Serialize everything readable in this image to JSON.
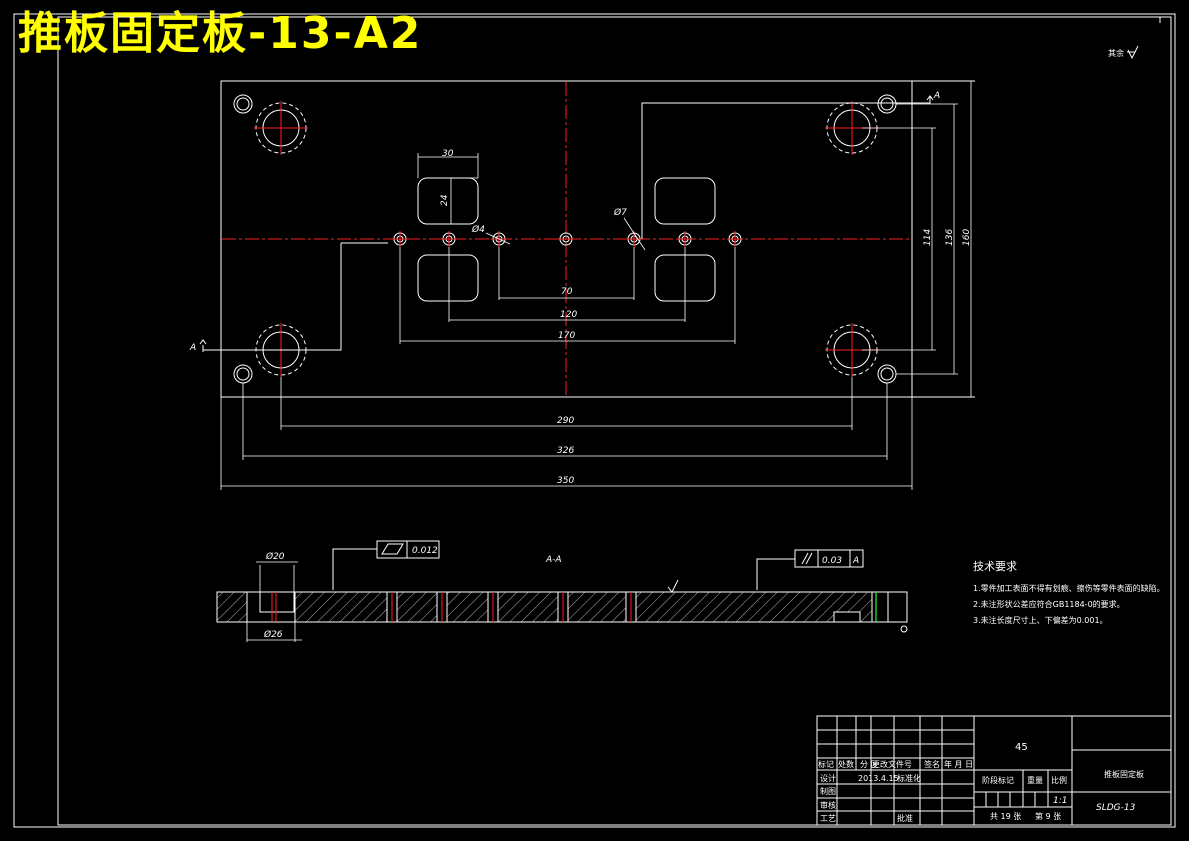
{
  "title": "推板固定板-13-A2",
  "surface_note": "其余",
  "section_label": "A-A",
  "section_marker_left": "A",
  "section_marker_right": "A",
  "dims": {
    "w30": "30",
    "h24": "24",
    "d4": "Ø4",
    "d7": "Ø7",
    "d70": "70",
    "d120": "120",
    "d170": "170",
    "d290": "290",
    "d326": "326",
    "d350": "350",
    "d114": "114",
    "d136": "136",
    "d160": "160",
    "d20": "Ø20",
    "d26": "Ø26"
  },
  "tolerances": {
    "flatness_value": "0.012",
    "parallel_value": "0.03",
    "parallel_datum": "A"
  },
  "tech_requirements": {
    "heading": "技术要求",
    "items": [
      "1.零件加工表面不得有划痕、擦伤等零件表面的缺陷。",
      "2.未注形状公差应符合GB1184-0的要求。",
      "3.未注长度尺寸上、下偏差为0.001。"
    ]
  },
  "title_block": {
    "material": "45",
    "part_name": "推板固定板",
    "drawing_no": "SLDG-13",
    "scale": "1:1",
    "sheets_total": "共 19 张",
    "sheet_no": "第 9 张",
    "header_cells": [
      "标记",
      "处数",
      "分 区",
      "更改文件号",
      "签名",
      "年 月 日"
    ],
    "design_label": "设计",
    "design_date": "2013.4.15",
    "std_label": "标准化",
    "draft_label": "制图",
    "check_label": "审核",
    "process_label": "工艺",
    "approve_label": "批准",
    "stage_label": "阶段标记",
    "weight_label": "重量",
    "ratio_label": "比例"
  }
}
